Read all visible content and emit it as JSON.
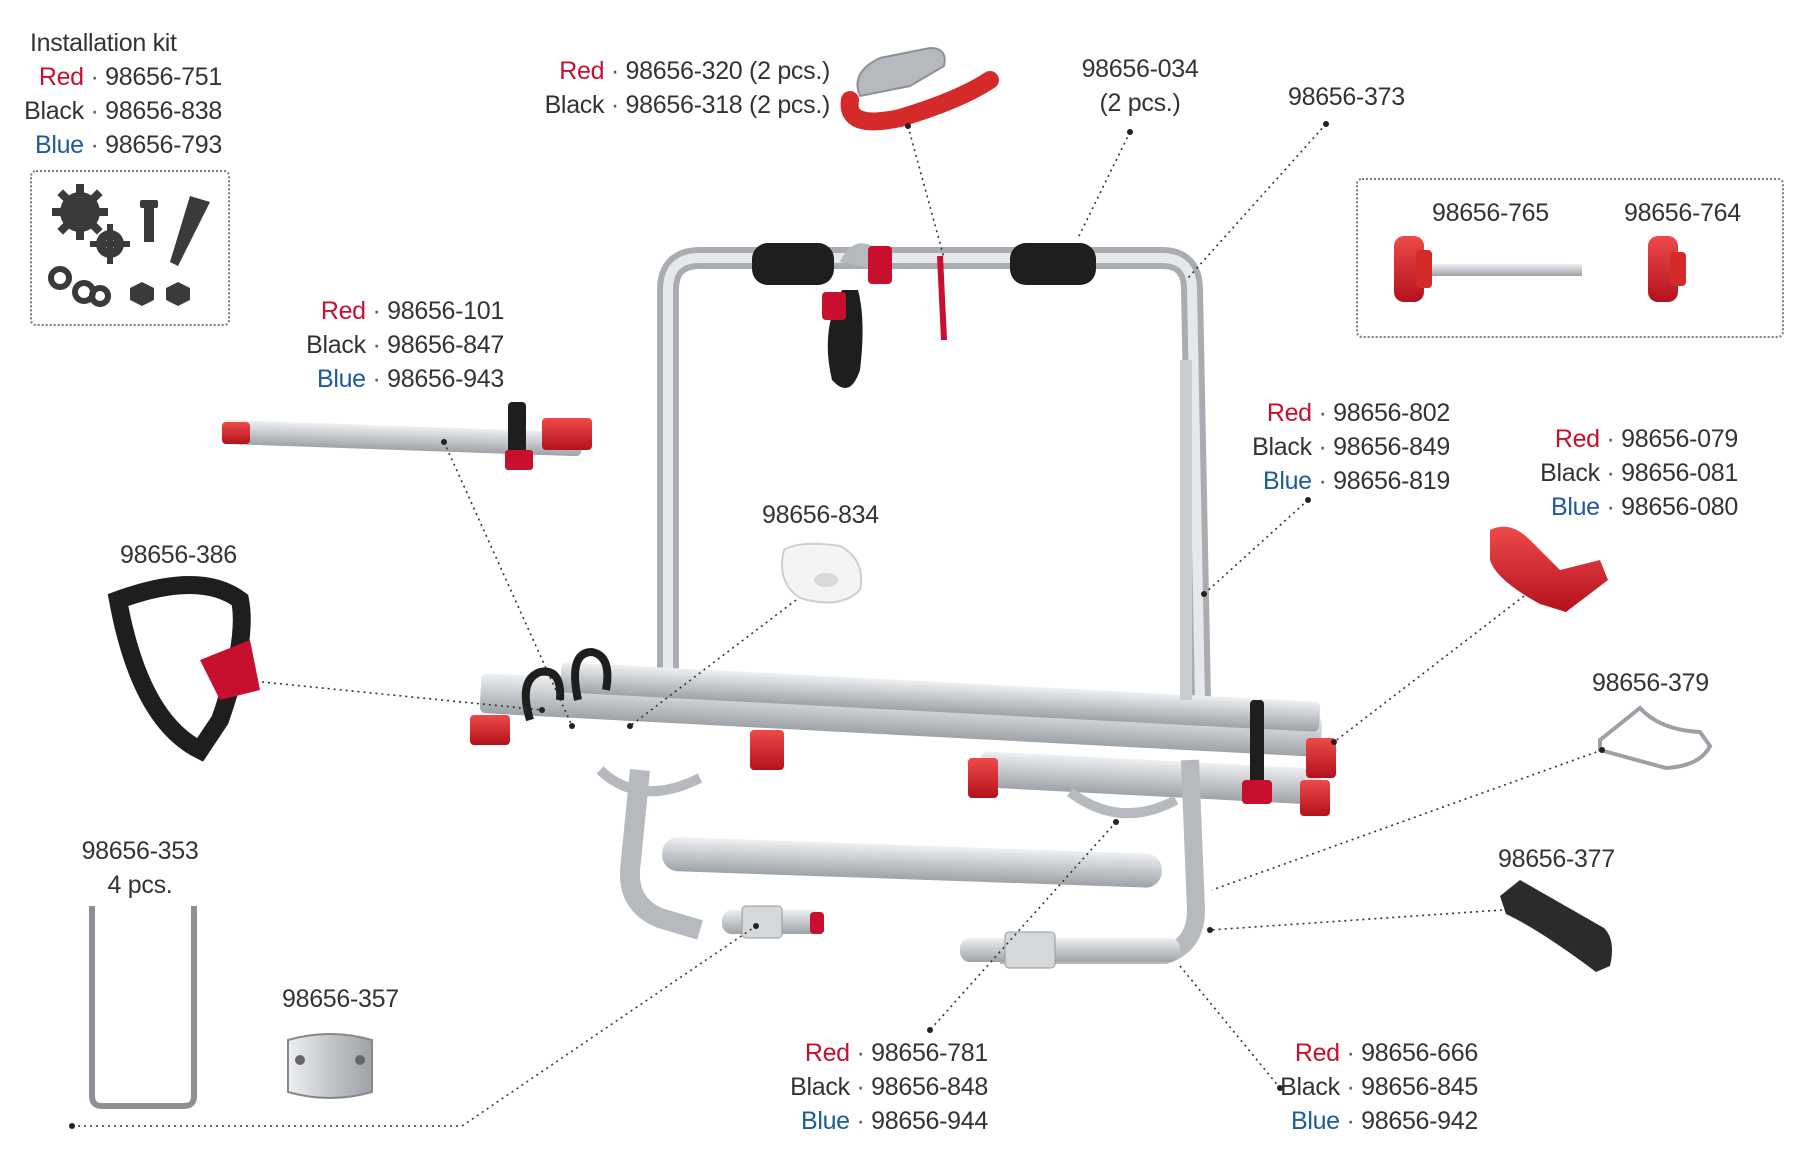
{
  "colors": {
    "red": "#c8102e",
    "black": "#333333",
    "blue": "#1d5aa0",
    "frame": "#c4c8cc",
    "leader": "#333333"
  },
  "separator": "·",
  "installation_kit": {
    "title": "Installation kit",
    "variants": [
      {
        "color": "Red",
        "code": "98656-751"
      },
      {
        "color": "Black",
        "code": "98656-838"
      },
      {
        "color": "Blue",
        "code": "98656-793"
      }
    ],
    "icons": [
      "gear-icon",
      "screw-icon",
      "chain-link-icon",
      "nut-icon"
    ]
  },
  "strap_top": {
    "variants": [
      {
        "color": "Red",
        "code": "98656-320 (2 pcs.)"
      },
      {
        "color": "Black",
        "code": "98656-318 (2 pcs.)"
      }
    ]
  },
  "foam_pad": {
    "code": "98656-034",
    "qty": "(2 pcs.)"
  },
  "frame_top": {
    "code": "98656-373"
  },
  "knob_kit": {
    "parts": [
      {
        "code": "98656-765"
      },
      {
        "code": "98656-764"
      }
    ]
  },
  "rail_upper": {
    "variants": [
      {
        "color": "Red",
        "code": "98656-101"
      },
      {
        "color": "Black",
        "code": "98656-847"
      },
      {
        "color": "Blue",
        "code": "98656-943"
      }
    ]
  },
  "frame_side": {
    "variants": [
      {
        "color": "Red",
        "code": "98656-802"
      },
      {
        "color": "Black",
        "code": "98656-849"
      },
      {
        "color": "Blue",
        "code": "98656-819"
      }
    ]
  },
  "end_cap": {
    "variants": [
      {
        "color": "Red",
        "code": "98656-079"
      },
      {
        "color": "Black",
        "code": "98656-081"
      },
      {
        "color": "Blue",
        "code": "98656-080"
      }
    ]
  },
  "wheel_holder": {
    "code": "98656-834"
  },
  "wheel_strap": {
    "code": "98656-386"
  },
  "pin_clip": {
    "code": "98656-379"
  },
  "bracket": {
    "code": "98656-377"
  },
  "u_bolt": {
    "code": "98656-353",
    "qty": "4 pcs."
  },
  "clamp": {
    "code": "98656-357"
  },
  "rail_lower": {
    "variants": [
      {
        "color": "Red",
        "code": "98656-781"
      },
      {
        "color": "Black",
        "code": "98656-848"
      },
      {
        "color": "Blue",
        "code": "98656-944"
      }
    ]
  },
  "base_frame": {
    "variants": [
      {
        "color": "Red",
        "code": "98656-666"
      },
      {
        "color": "Black",
        "code": "98656-845"
      },
      {
        "color": "Blue",
        "code": "98656-942"
      }
    ]
  }
}
